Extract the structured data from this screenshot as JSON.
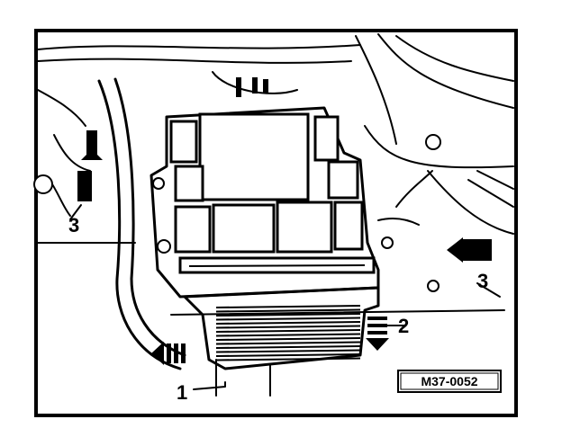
{
  "figure": {
    "callouts": {
      "c1": "1",
      "c2": "2",
      "c3_left": "3",
      "c3_right": "3"
    },
    "reference_code": "M37-0052"
  },
  "colors": {
    "ink": "#000000",
    "paper": "#ffffff"
  }
}
